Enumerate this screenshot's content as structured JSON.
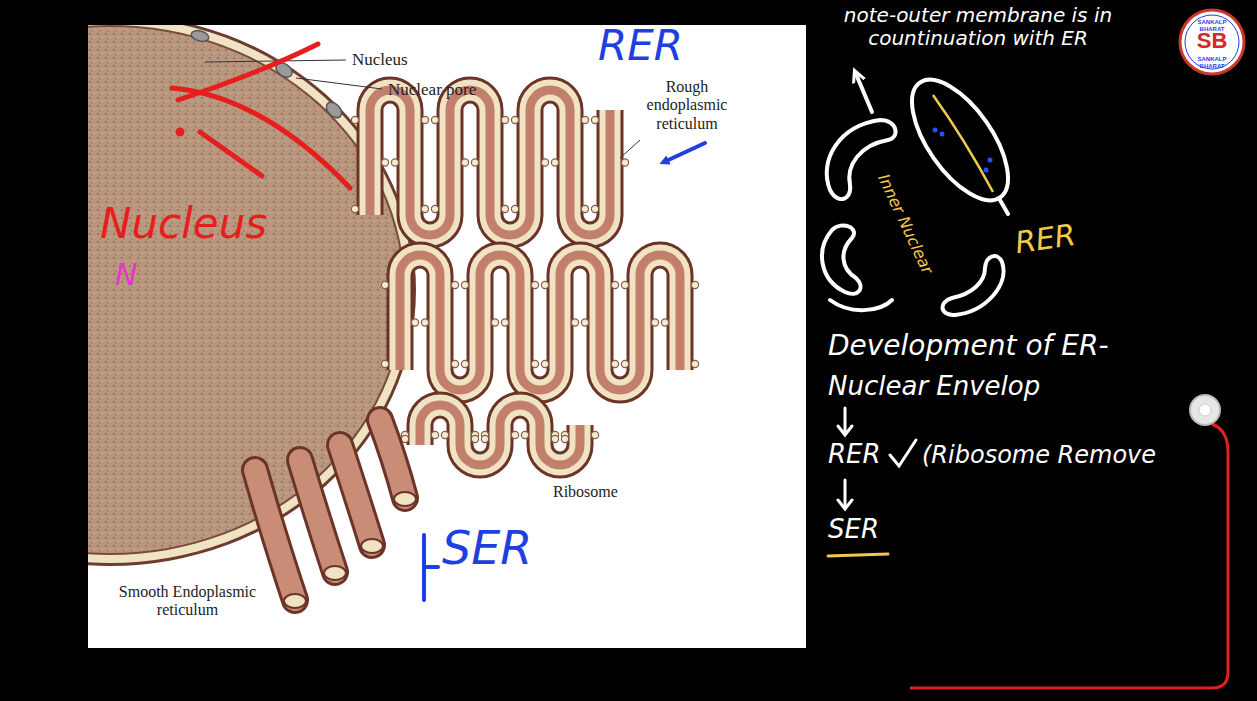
{
  "diagram": {
    "labels": [
      "Nucleus",
      "Nuclear pore",
      "Rough endoplasmic reticulum",
      "Ribosome",
      "Smooth Endoplasmic reticulum",
      "RER",
      "Nucleus",
      "N",
      "SER",
      "note-outer membrane is in countinuation with ER",
      "Inner Nuclear",
      "RER",
      "Development of ER-",
      "Nuclear Envelop",
      "RER",
      "(Ribosome Remove",
      "SER",
      "SANKALP BHARAT",
      "SANKALP BHARAT",
      "SB"
    ]
  }
}
